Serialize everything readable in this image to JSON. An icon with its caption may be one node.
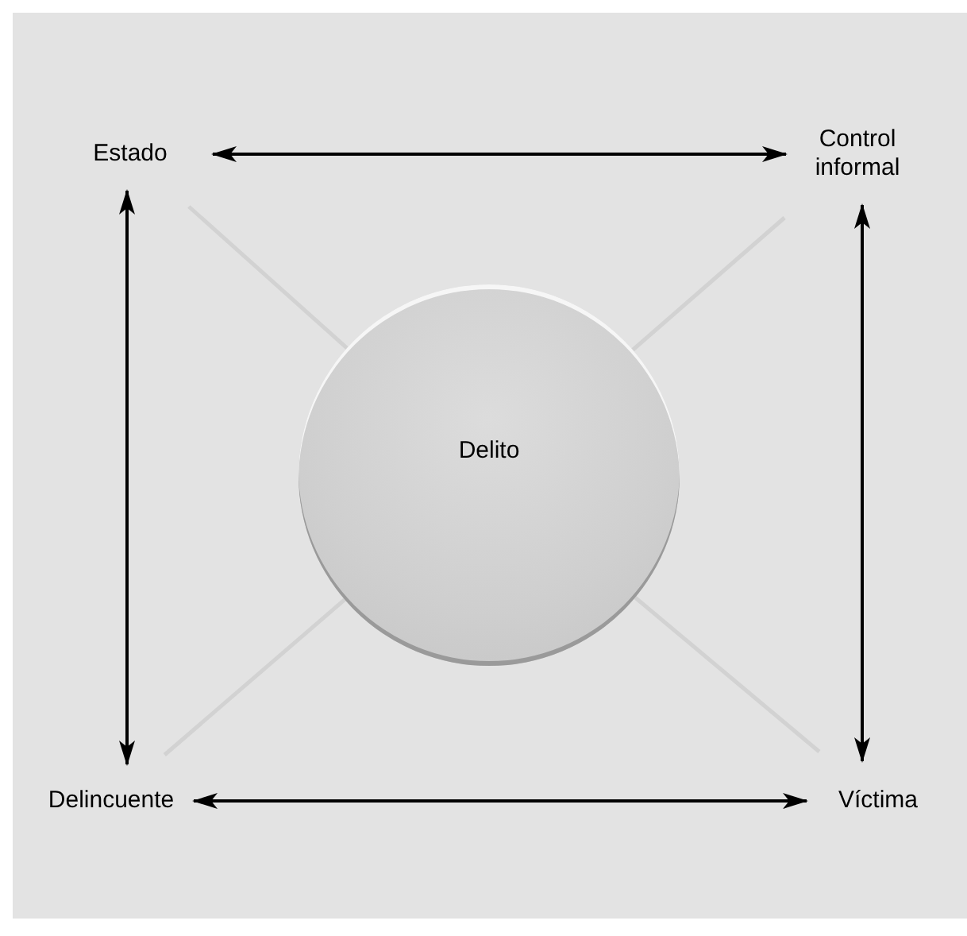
{
  "diagram": {
    "nodes": [
      {
        "text": [
          "Estado"
        ]
      },
      {
        "text": [
          "Control informal"
        ]
      },
      {
        "text": [
          "Delito"
        ]
      },
      {
        "text": [
          "Delincuente"
        ]
      },
      {
        "text": [
          "Víctima"
        ]
      }
    ],
    "edges": [
      {
        "from": 0,
        "to": 1,
        "arrow": "both"
      },
      {
        "from": 0,
        "to": 3,
        "arrow": "both"
      },
      {
        "from": 1,
        "to": 4,
        "arrow": "both"
      },
      {
        "from": 3,
        "to": 4,
        "arrow": "both"
      },
      {
        "from": 0,
        "to": 2,
        "arrow": "none",
        "color": "#d2d2d2"
      },
      {
        "from": 1,
        "to": 2,
        "arrow": "none",
        "color": "#d2d2d2"
      },
      {
        "from": 3,
        "to": 2,
        "arrow": "none",
        "color": "#d2d2d2"
      },
      {
        "from": 4,
        "to": 2,
        "arrow": "none",
        "color": "#d2d2d2"
      }
    ]
  }
}
